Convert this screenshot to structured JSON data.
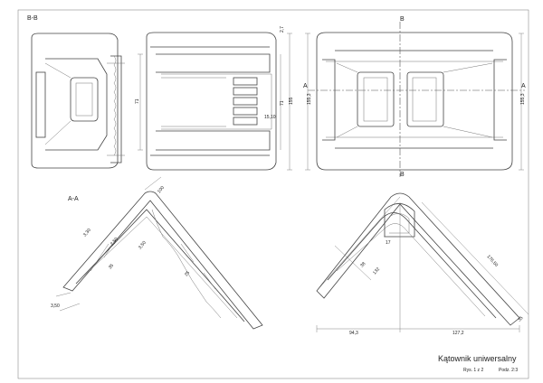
{
  "section_labels": {
    "bb": "B-B",
    "aa": "A-A"
  },
  "cut_markers": {
    "b": "B",
    "a": "A"
  },
  "dims_top": {
    "d71_a": "71",
    "d15_10": "15,10",
    "d71_b": "71",
    "d155_left": "155",
    "d2_7": "2,7",
    "d155_3_a": "155,3",
    "d155_3_b": "155,3"
  },
  "dims_aa": {
    "d100": "100",
    "d3_30": "3,30",
    "d2_50": "2,50",
    "d35": "35",
    "d3_50": "3,50",
    "d25": "25",
    "d3_50_b": "3,50"
  },
  "dims_right": {
    "d17": "17",
    "d38": "38",
    "d132": "132",
    "d176_50": "176,50",
    "d35": "35",
    "d94_3": "94,3",
    "d127_2": "127,2"
  },
  "title_block": {
    "title": "Kątownik   uniwersalny",
    "drawing_no": "Rys. 1 z 2",
    "scale": "Podz. 2:3"
  }
}
